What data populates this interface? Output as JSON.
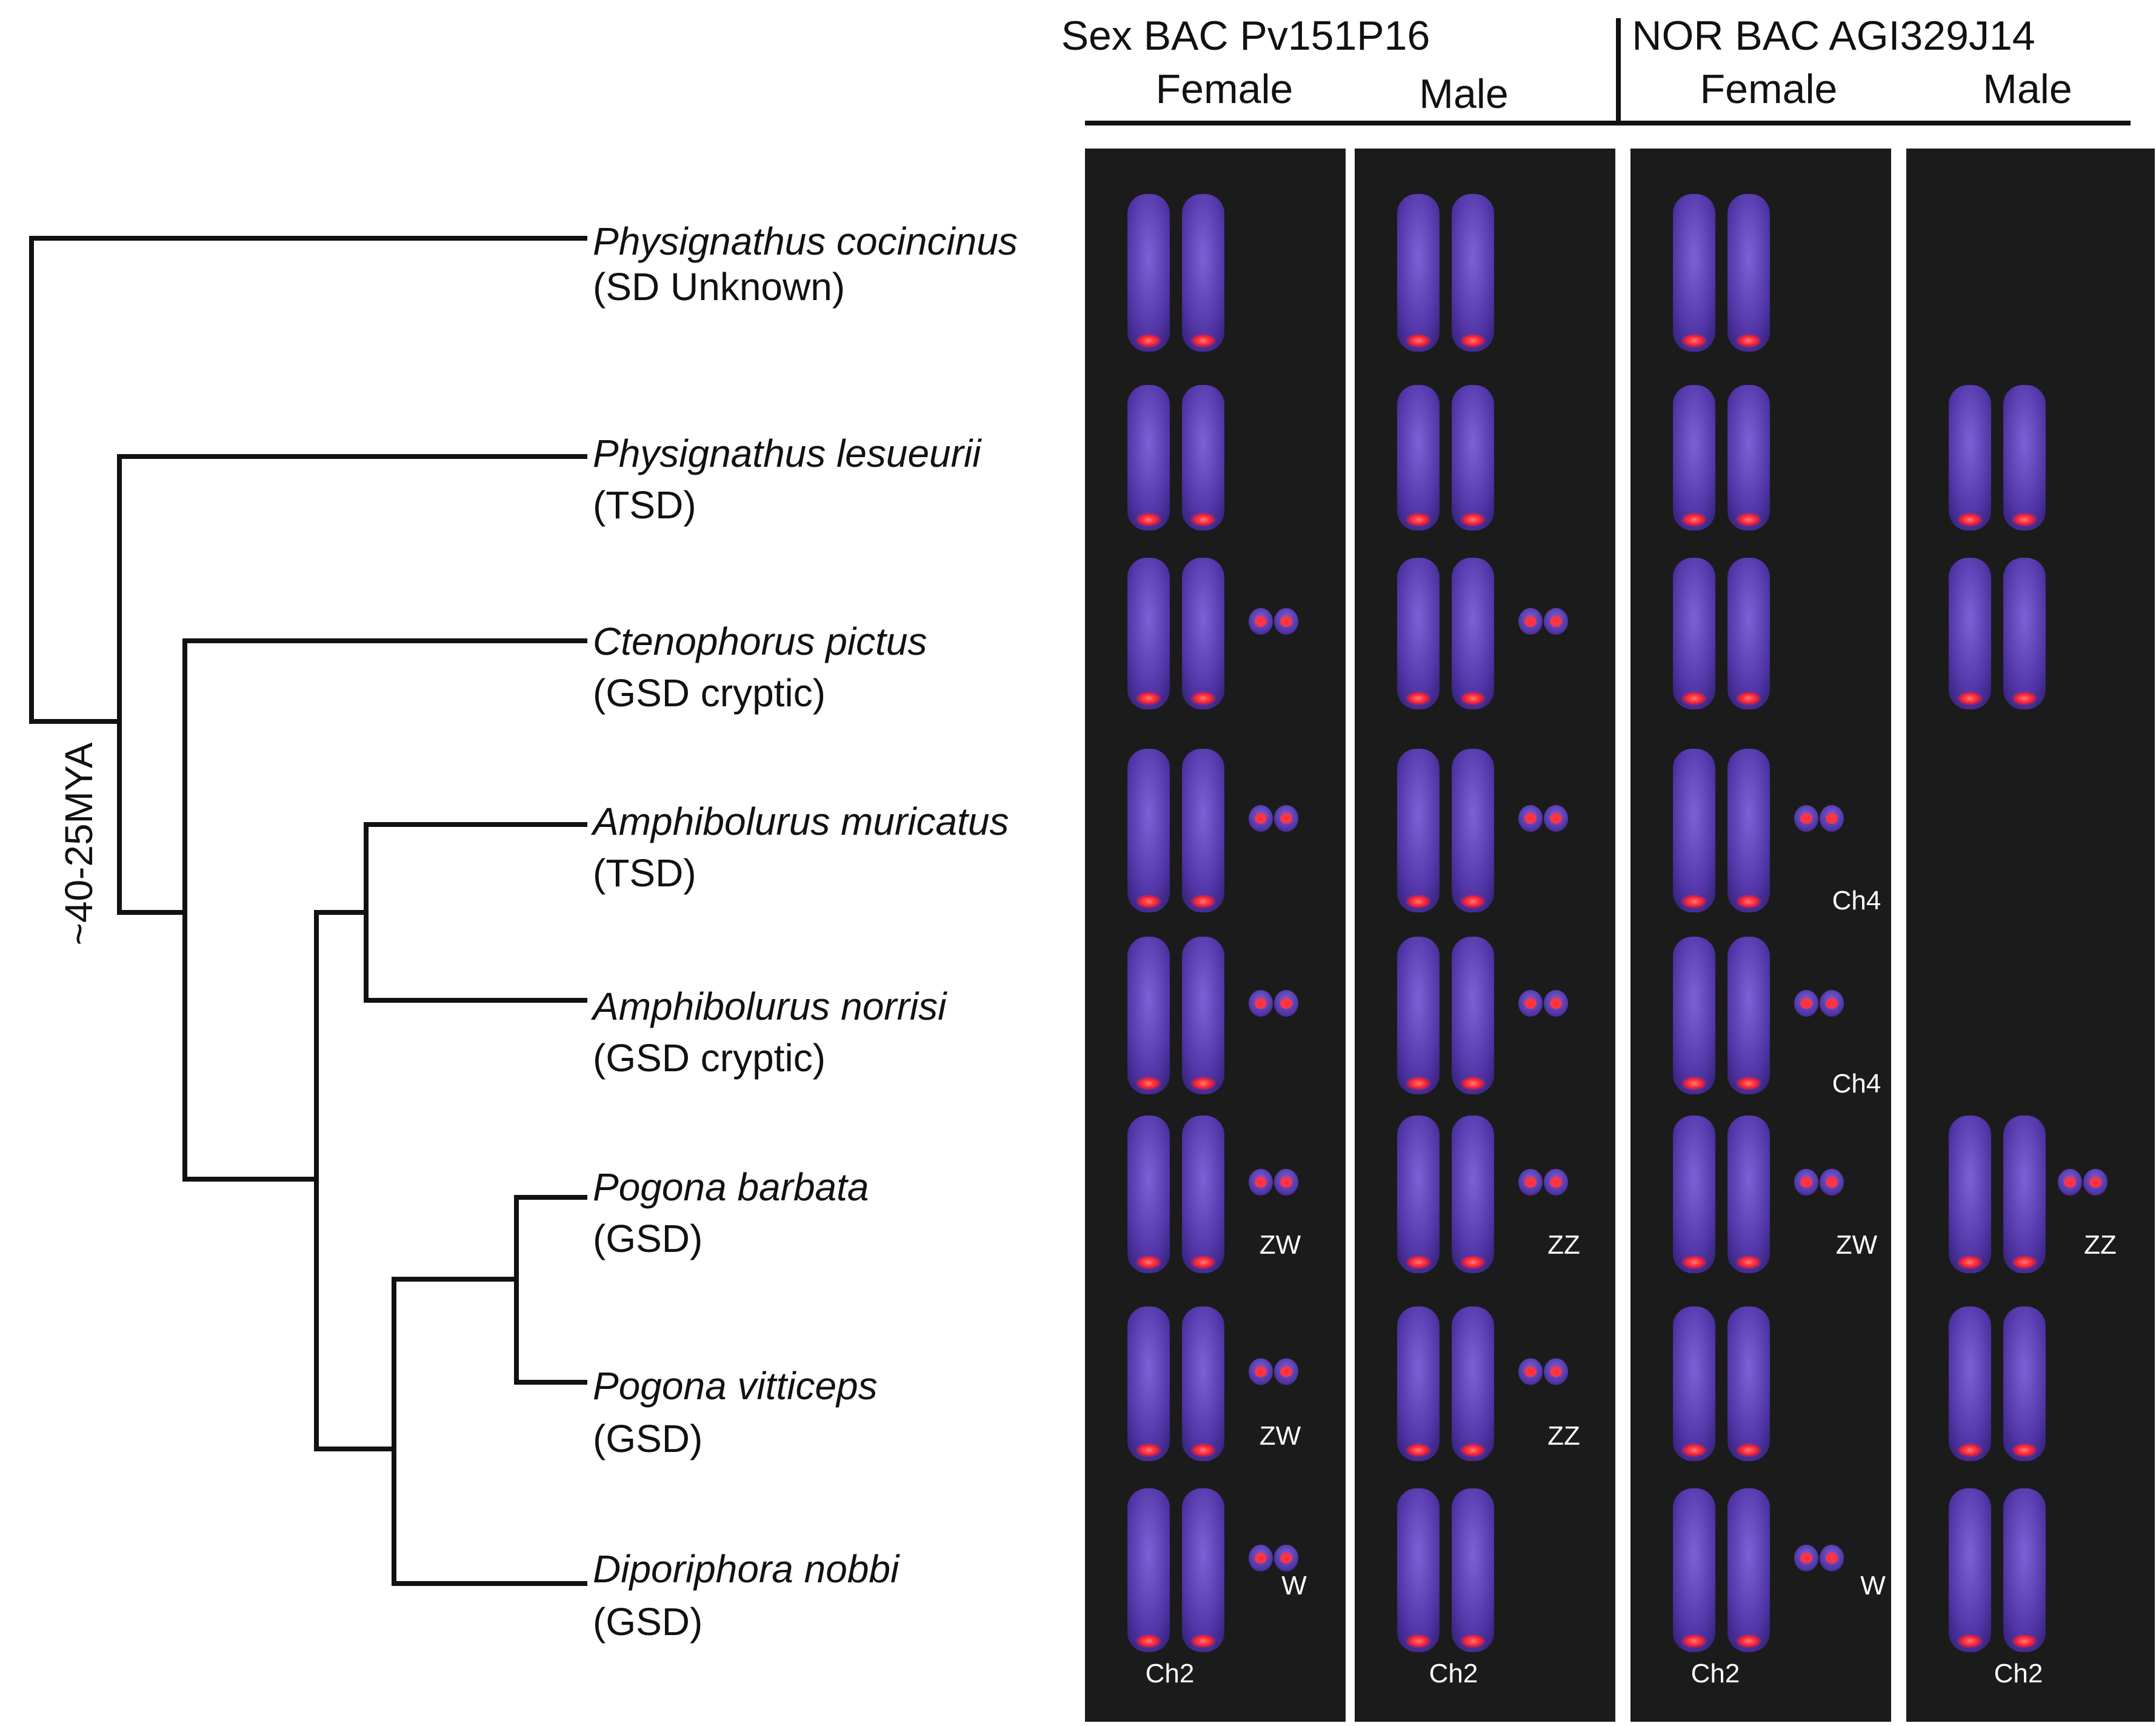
{
  "headers": {
    "sex_bac": "Sex BAC Pv151P16",
    "nor_bac": "NOR BAC AGI329J14",
    "columns": [
      "Female",
      "Male",
      "Female",
      "Male"
    ]
  },
  "age_label": "~40-25MYA",
  "species": [
    {
      "name": "Physignathus cocincinus",
      "sd": "(SD Unknown)"
    },
    {
      "name": "Physignathus lesueurii",
      "sd": "(TSD)"
    },
    {
      "name": "Ctenophorus pictus",
      "sd": "(GSD cryptic)"
    },
    {
      "name": "Amphibolurus muricatus",
      "sd": "(TSD)"
    },
    {
      "name": "Amphibolurus norrisi",
      "sd": "(GSD cryptic)"
    },
    {
      "name": "Pogona barbata",
      "sd": "(GSD)"
    },
    {
      "name": "Pogona vitticeps",
      "sd": "(GSD)"
    },
    {
      "name": "Diporiphora nobbi",
      "sd": "(GSD)"
    }
  ],
  "cell_labels": {
    "ch4": "Ch4",
    "zw": "ZW",
    "zz": "ZZ",
    "w": "W",
    "ch2": "Ch2"
  },
  "colors": {
    "panel": "#1b1b1b",
    "chromosome": "#5a3fb5",
    "signal": "#ff2a3a",
    "text": "#111111",
    "label_on_panel": "#ffffff"
  }
}
